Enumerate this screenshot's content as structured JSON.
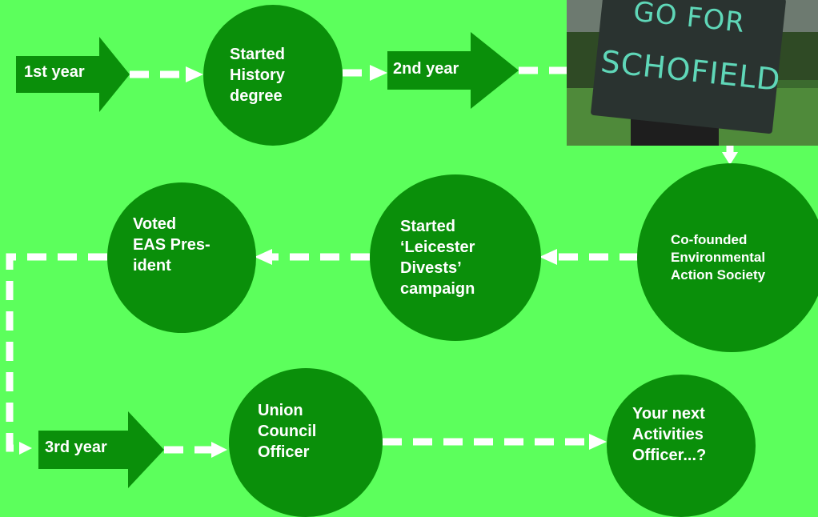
{
  "colors": {
    "background": "#5cff5c",
    "node_fill": "#0a8f0a",
    "arrow_fill": "#0a8f0a",
    "text": "#ffffff",
    "dash": "#ffffff"
  },
  "years": {
    "first": "1st year",
    "second": "2nd year",
    "third": "3rd year"
  },
  "nodes": {
    "history": "Started\nHistory\ndegree",
    "eas_cofounded": "Co-founded\nEnvironmental\nAction Society",
    "leicester_divests": "Started\n‘Leicester\nDivests’\ncampaign",
    "eas_president": "Voted\nEAS Pres-\nident",
    "union_council": "Union\nCouncil\nOfficer",
    "next_officer": "Your next\nActivities\nOfficer...?"
  },
  "photo": {
    "sign_line1": "GO FOR",
    "sign_line2": "SCHOFIELD"
  }
}
